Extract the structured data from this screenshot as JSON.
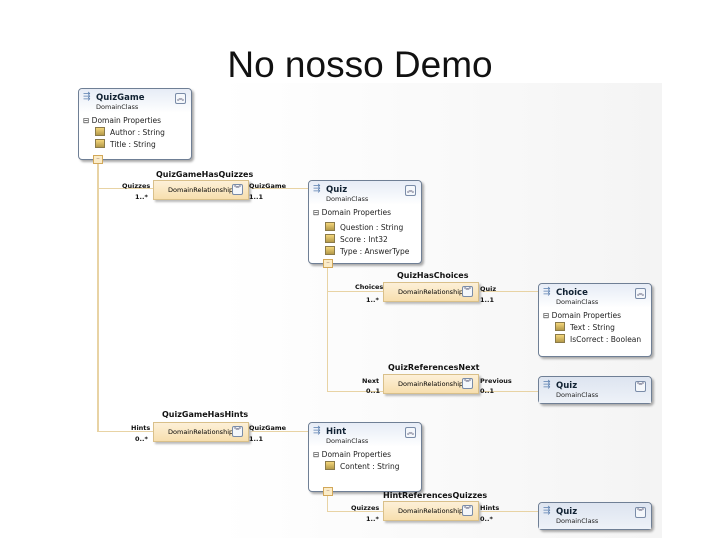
{
  "slide": {
    "title": "No nosso Demo"
  },
  "classes": {
    "quizgame": {
      "name": "QuizGame",
      "type": "DomainClass",
      "section": "Domain Properties",
      "props": [
        "Author : String",
        "Title : String"
      ]
    },
    "quiz": {
      "name": "Quiz",
      "type": "DomainClass",
      "section": "Domain Properties",
      "props": [
        "Question : String",
        "Score : Int32",
        "Type : AnswerType"
      ]
    },
    "choice": {
      "name": "Choice",
      "type": "DomainClass",
      "section": "Domain Properties",
      "props": [
        "Text : String",
        "IsCorrect : Boolean"
      ]
    },
    "quiz_next": {
      "name": "Quiz",
      "type": "DomainClass"
    },
    "hint": {
      "name": "Hint",
      "type": "DomainClass",
      "section": "Domain Properties",
      "props": [
        "Content : String"
      ]
    },
    "quiz_hint": {
      "name": "Quiz",
      "type": "DomainClass"
    }
  },
  "relationships": [
    {
      "name": "QuizGameHasQuizzes",
      "type": "DomainRelationship",
      "source_role": "Quizzes",
      "source_mult": "1..*",
      "target_role": "QuizGame",
      "target_mult": "1..1"
    },
    {
      "name": "QuizHasChoices",
      "type": "DomainRelationship",
      "source_role": "Choices",
      "source_mult": "1..*",
      "target_role": "Quiz",
      "target_mult": "1..1"
    },
    {
      "name": "QuizReferencesNext",
      "type": "DomainRelationship",
      "source_role": "Next",
      "source_mult": "0..1",
      "target_role": "Previous",
      "target_mult": "0..1"
    },
    {
      "name": "QuizGameHasHints",
      "type": "DomainRelationship",
      "source_role": "Hints",
      "source_mult": "0..*",
      "target_role": "QuizGame",
      "target_mult": "1..1"
    },
    {
      "name": "HintReferencesQuizzes",
      "type": "DomainRelationship",
      "source_role": "Quizzes",
      "source_mult": "1..*",
      "target_role": "Hints",
      "target_mult": "0..*"
    }
  ],
  "icons": {
    "class": "domain-class-icon",
    "property": "property-icon",
    "collapse": "chevron-up-icon",
    "expand": "chevron-down-icon"
  }
}
